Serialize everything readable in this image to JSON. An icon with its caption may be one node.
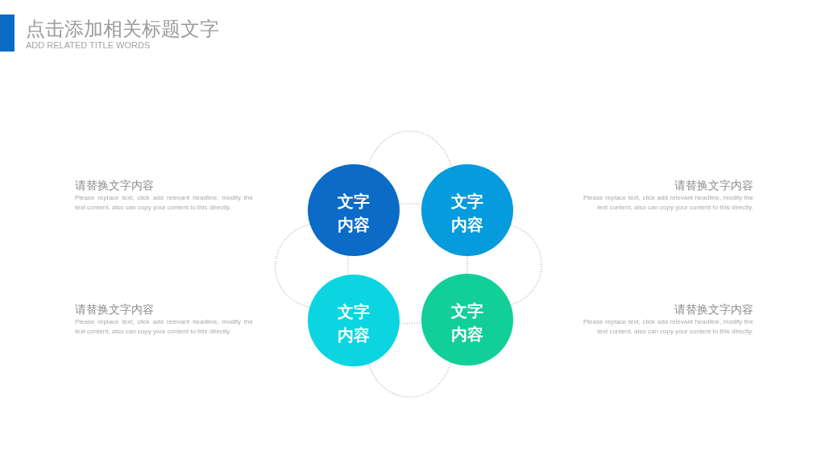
{
  "diagram": {
    "title": "点击添加相关标题文字",
    "nodes": [
      {
        "text": [
          "文字内容"
        ]
      },
      {
        "text": [
          "文字内容"
        ]
      },
      {
        "text": [
          "文字内容"
        ]
      },
      {
        "text": [
          "文字内容"
        ]
      }
    ],
    "edges": [
      {
        "from": 0,
        "to": 1,
        "arrow": "none"
      },
      {
        "from": 0,
        "to": 1,
        "arrow": "none"
      },
      {
        "from": 0,
        "to": 2,
        "arrow": "none"
      },
      {
        "from": 0,
        "to": 2,
        "arrow": "none"
      },
      {
        "from": 1,
        "to": 3,
        "arrow": "none"
      },
      {
        "from": 1,
        "to": 3,
        "arrow": "none"
      },
      {
        "from": 2,
        "to": 3,
        "arrow": "none"
      },
      {
        "from": 2,
        "to": 3,
        "arrow": "none"
      }
    ],
    "labels": [
      "ADD RELATED TITLE WORDS",
      "请替换文字内容",
      "Please replace text, click add relevant headline, modify the text content, also can copy your content to this directly.",
      "请替换文字内容",
      "Please replace text, click add relevant headline, modify the text content, also can copy your content to this directly.",
      "请替换文字内容",
      "Please replace text, click add relevant headline, modify the text content, also can copy your content to this directly.",
      "请替换文字内容",
      "Please replace text, click add relevant headline, modify the text content, also can copy your content to this directly."
    ]
  }
}
